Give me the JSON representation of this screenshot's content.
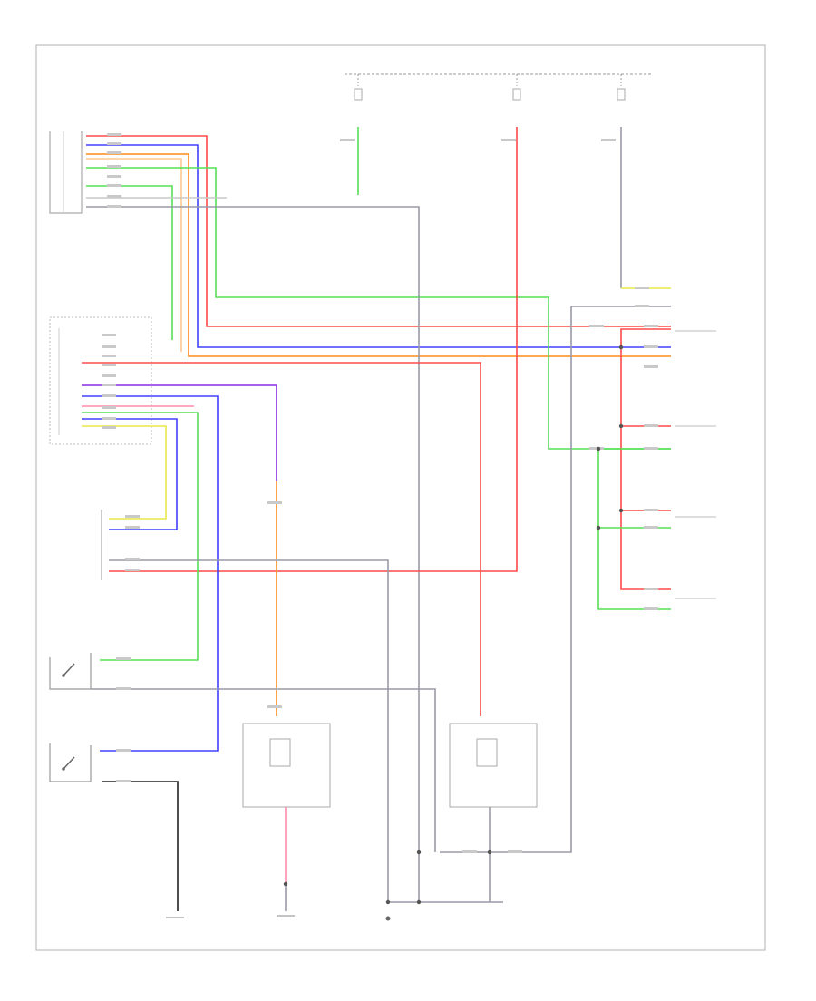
{
  "diagram": {
    "type": "wiring-schematic",
    "page_label": "",
    "labels_legible": false,
    "wire_colors": {
      "red": "#ff4a4a",
      "green": "#55e055",
      "blue": "#4040ff",
      "orange": "#ff8c1a",
      "yellow": "#e8e84a",
      "gray": "#9a9aa8",
      "purple": "#8a2be2",
      "pink": "#ff8aa8",
      "light_gray": "#c8c8c8",
      "peach": "#ffc890",
      "black": "#222222"
    },
    "components": [
      {
        "id": "door-lock-control-unit",
        "text": ""
      },
      {
        "id": "central-processing-unit",
        "text": ""
      },
      {
        "id": "keyless-entry-control-unit",
        "text": ""
      },
      {
        "id": "left-front-door-lock-cylinder-switch",
        "text": ""
      },
      {
        "id": "trunk-lid-lock-cylinder-switch",
        "text": ""
      },
      {
        "id": "driver-door-lock-actuator",
        "text": ""
      },
      {
        "id": "passenger-door-lock-actuator",
        "text": ""
      },
      {
        "id": "left-front-door-actuator",
        "text": ""
      },
      {
        "id": "right-front-door-actuator",
        "text": ""
      },
      {
        "id": "left-rear-door-actuator",
        "text": ""
      },
      {
        "id": "right-rear-door-actuator",
        "text": ""
      }
    ],
    "grounds": [
      {
        "id": "ground-1",
        "text": ""
      },
      {
        "id": "ground-2",
        "text": ""
      },
      {
        "id": "ground-3",
        "text": ""
      }
    ],
    "fuse_box_label": ""
  }
}
